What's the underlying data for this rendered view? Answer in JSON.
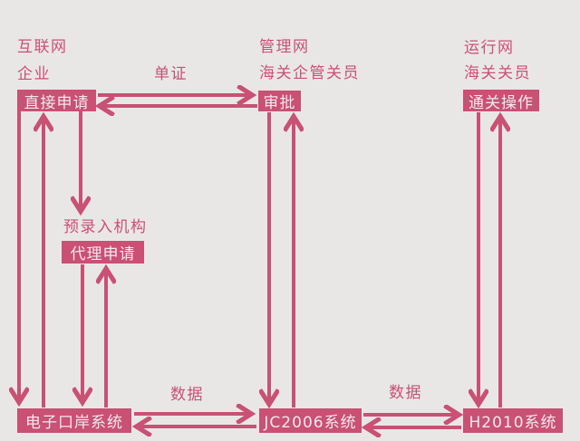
{
  "colors": {
    "background": "#e9e7e6",
    "accent": "#c85174",
    "node_text": "#f2e8ec"
  },
  "zones": [
    {
      "network": "互联网",
      "role": "企业",
      "node": "直接申请"
    },
    {
      "network": "管理网",
      "role": "海关企管关员",
      "node": "审批"
    },
    {
      "network": "运行网",
      "role": "海关关员",
      "node": "通关操作"
    }
  ],
  "labels": {
    "internet": "互联网",
    "enterprise": "企业",
    "mgmt_net": "管理网",
    "customs_mgmt_officer": "海关企管关员",
    "ops_net": "运行网",
    "customs_officer": "海关关员",
    "pre_entry_agency": "预录入机构"
  },
  "edge_labels": {
    "documents": "单证",
    "data_left": "数据",
    "data_right": "数据"
  },
  "nodes": {
    "direct_apply": "直接申请",
    "approval": "审批",
    "clearance_ops": "通关操作",
    "agent_apply": "代理申请",
    "eport_system": "电子口岸系统",
    "jc2006_system": "JC2006系统",
    "h2010_system": "H2010系统"
  },
  "edges": [
    {
      "from": "直接申请",
      "to": "审批",
      "label": "单证",
      "bidirectional": true
    },
    {
      "from": "直接申请",
      "to": "预录入机构",
      "label": "",
      "bidirectional": false
    },
    {
      "from": "直接申请",
      "to": "电子口岸系统",
      "label": "",
      "bidirectional": true
    },
    {
      "from": "代理申请",
      "to": "电子口岸系统",
      "label": "",
      "bidirectional": true
    },
    {
      "from": "审批",
      "to": "JC2006系统",
      "label": "",
      "bidirectional": true
    },
    {
      "from": "通关操作",
      "to": "H2010系统",
      "label": "",
      "bidirectional": true
    },
    {
      "from": "电子口岸系统",
      "to": "JC2006系统",
      "label": "数据",
      "bidirectional": true
    },
    {
      "from": "JC2006系统",
      "to": "H2010系统",
      "label": "数据",
      "bidirectional": true
    }
  ]
}
